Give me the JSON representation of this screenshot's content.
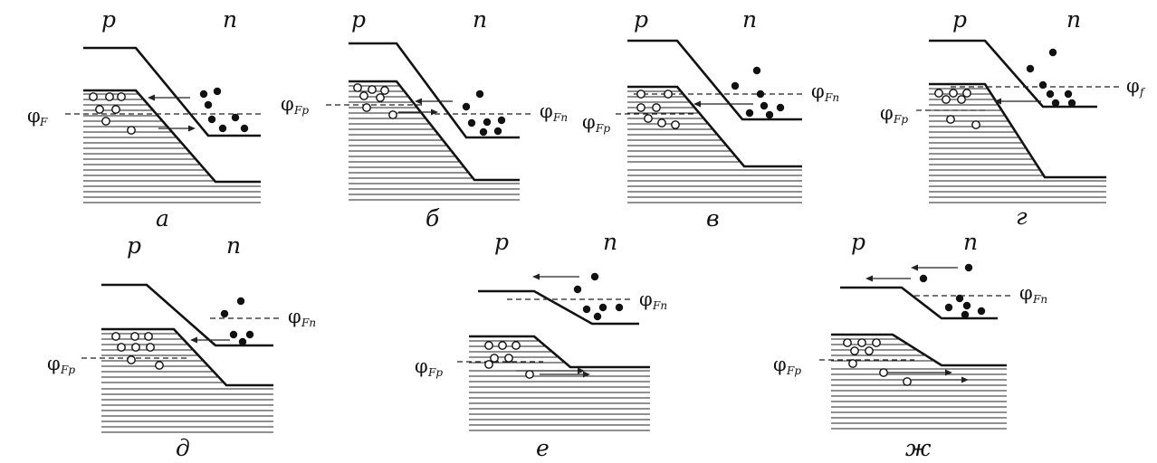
{
  "panels": [
    {
      "id": "a",
      "caption": "а",
      "p_label": "p",
      "n_label": "n",
      "fermi_labels": [
        {
          "sym": "φ",
          "sub": "F"
        }
      ],
      "fermi_levels": 1
    },
    {
      "id": "b",
      "caption": "б",
      "p_label": "p",
      "n_label": "n",
      "fermi_labels": [
        {
          "sym": "φ",
          "sub": "Fp"
        },
        {
          "sym": "φ",
          "sub": "Fn"
        }
      ],
      "fermi_levels": 2
    },
    {
      "id": "v",
      "caption": "в",
      "p_label": "p",
      "n_label": "n",
      "fermi_labels": [
        {
          "sym": "φ",
          "sub": "Fn"
        },
        {
          "sym": "φ",
          "sub": "Fp"
        }
      ],
      "fermi_levels": 2
    },
    {
      "id": "g",
      "caption": "г",
      "p_label": "p",
      "n_label": "n",
      "fermi_labels": [
        {
          "sym": "φ",
          "sub": "f"
        },
        {
          "sym": "φ",
          "sub": "Fp"
        }
      ],
      "fermi_levels": 2
    },
    {
      "id": "d",
      "caption": "д",
      "p_label": "p",
      "n_label": "n",
      "fermi_labels": [
        {
          "sym": "φ",
          "sub": "Fn"
        },
        {
          "sym": "φ",
          "sub": "Fp"
        }
      ],
      "fermi_levels": 2
    },
    {
      "id": "e",
      "caption": "е",
      "p_label": "p",
      "n_label": "n",
      "fermi_labels": [
        {
          "sym": "φ",
          "sub": "Fn"
        },
        {
          "sym": "φ",
          "sub": "Fp"
        }
      ],
      "fermi_levels": 2
    },
    {
      "id": "zh",
      "caption": "ж",
      "p_label": "p",
      "n_label": "n",
      "fermi_labels": [
        {
          "sym": "φ",
          "sub": "Fn"
        },
        {
          "sym": "φ",
          "sub": "Fp"
        }
      ],
      "fermi_levels": 2
    }
  ]
}
